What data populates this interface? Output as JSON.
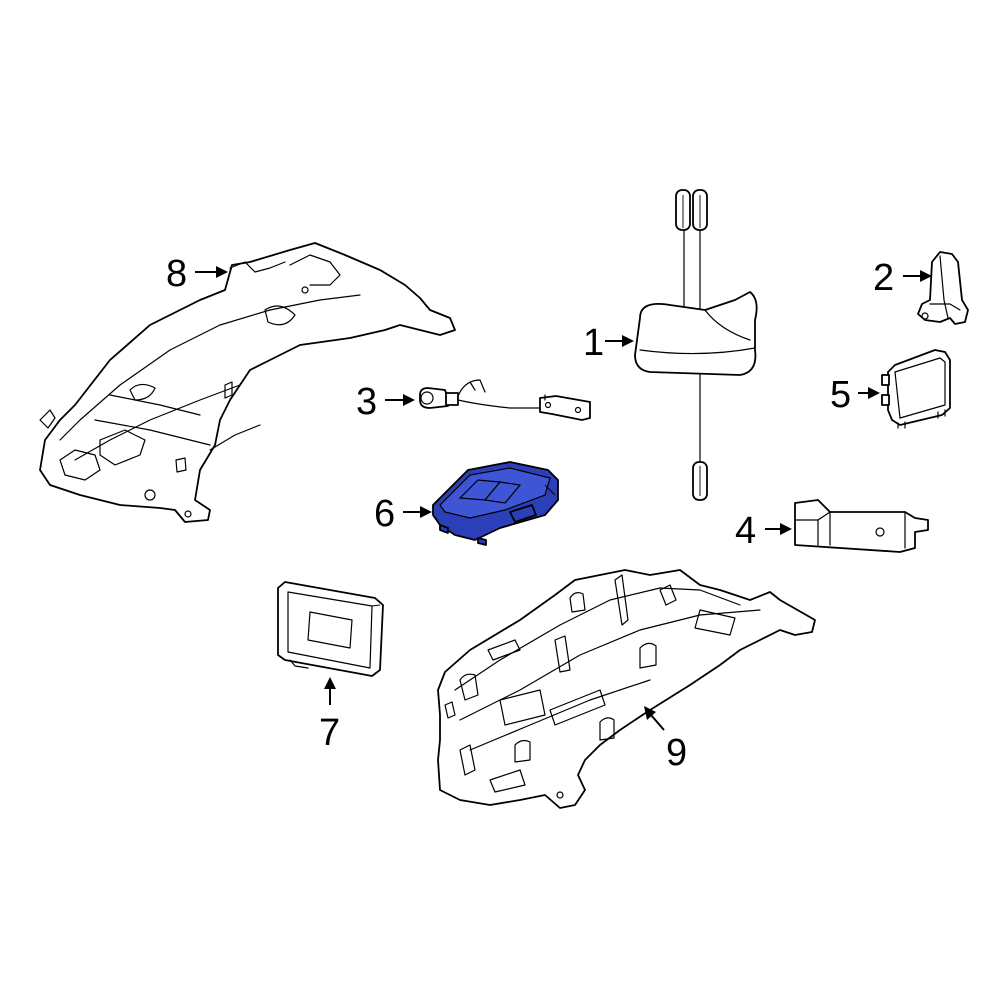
{
  "callouts": {
    "c1": "1",
    "c2": "2",
    "c3": "3",
    "c4": "4",
    "c5": "5",
    "c6": "6",
    "c7": "7",
    "c8": "8",
    "c9": "9"
  },
  "highlight": {
    "part": "6",
    "color": "#2b3fb8"
  }
}
